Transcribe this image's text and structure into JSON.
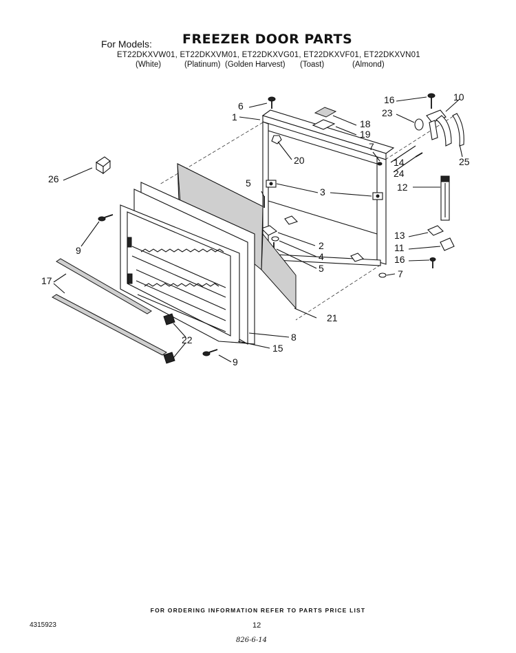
{
  "header": {
    "for_models_label": "For Models:",
    "title": "FREEZER DOOR PARTS",
    "models": "ET22DKXVW01, ET22DKXVM01, ET22DKXVG01, ET22DKXVF01, ET22DKXVN01",
    "colors": [
      "(White)",
      "(Platinum)",
      "(Golden Harvest)",
      "(Toast)",
      "(Almond)"
    ]
  },
  "callouts": {
    "c1": "1",
    "c2": "2",
    "c3": "3",
    "c4": "4",
    "c5a": "5",
    "c5b": "5",
    "c6": "6",
    "c7a": "7",
    "c7b": "7",
    "c8": "8",
    "c9a": "9",
    "c9b": "9",
    "c10": "10",
    "c11": "11",
    "c12": "12",
    "c13": "13",
    "c14": "14",
    "c15": "15",
    "c16a": "16",
    "c16b": "16",
    "c17": "17",
    "c18": "18",
    "c19": "19",
    "c20": "20",
    "c21": "21",
    "c22": "22",
    "c23": "23",
    "c24": "24",
    "c25": "25",
    "c26": "26"
  },
  "footer": {
    "ordering_note": "FOR ORDERING INFORMATION REFER TO PARTS PRICE LIST",
    "doc_number": "4315923",
    "page_number": "12",
    "handwritten": "826-6-14"
  }
}
